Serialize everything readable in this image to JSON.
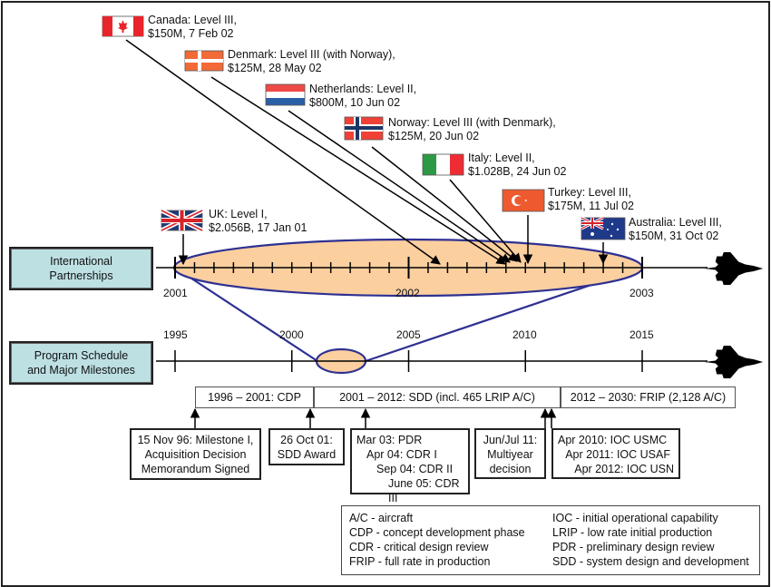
{
  "rows": {
    "partnerships_label": [
      "International",
      "Partnerships"
    ],
    "schedule_label": [
      "Program Schedule",
      "and Major Milestones"
    ]
  },
  "partnership_axis": {
    "years": [
      "2001",
      "2002",
      "2003"
    ],
    "ticks_per_year": 12
  },
  "schedule_axis": {
    "years": [
      "1995",
      "2000",
      "2005",
      "2010",
      "2015"
    ]
  },
  "partners": [
    {
      "country": "UK",
      "line1": "UK: Level I,",
      "line2": "$2.056B, 17 Jan 01",
      "flag": "uk-flag"
    },
    {
      "country": "Canada",
      "line1": "Canada: Level III,",
      "line2": "$150M, 7 Feb 02",
      "flag": "canada-flag"
    },
    {
      "country": "Denmark",
      "line1": "Denmark: Level III (with Norway),",
      "line2": "$125M, 28 May 02",
      "flag": "denmark-flag"
    },
    {
      "country": "Netherlands",
      "line1": "Netherlands: Level II,",
      "line2": "$800M, 10 Jun 02",
      "flag": "netherlands-flag"
    },
    {
      "country": "Norway",
      "line1": "Norway: Level III (with Denmark),",
      "line2": "$125M, 20 Jun 02",
      "flag": "norway-flag"
    },
    {
      "country": "Italy",
      "line1": "Italy: Level II,",
      "line2": "$1.028B, 24 Jun 02",
      "flag": "italy-flag"
    },
    {
      "country": "Turkey",
      "line1": "Turkey: Level III,",
      "line2": "$175M, 11 Jul 02",
      "flag": "turkey-flag"
    },
    {
      "country": "Australia",
      "line1": "Australia: Level III,",
      "line2": "$150M, 31 Oct 02",
      "flag": "australia-flag"
    }
  ],
  "phases": [
    {
      "label": "1996 – 2001: CDP",
      "color": "#f8f1a2"
    },
    {
      "label": "2001 – 2012: SDD (incl. 465 LRIP A/C)",
      "color": "#cfe6c6"
    },
    {
      "label": "2012 – 2030: FRIP (2,128 A/C)",
      "color": "#f9cda0"
    }
  ],
  "milestones": [
    {
      "lines": [
        "15 Nov 96: Milestone I,",
        "Acquisition Decision",
        "Memorandum Signed"
      ]
    },
    {
      "lines": [
        "26 Oct 01:",
        "SDD Award"
      ]
    },
    {
      "lines": [
        "Mar 03: PDR",
        "Apr 04: CDR I",
        "Sep 04: CDR II",
        "June 05: CDR III"
      ]
    },
    {
      "lines": [
        "Jun/Jul 11:",
        "Multiyear",
        "decision"
      ]
    },
    {
      "lines": [
        "Apr 2010: IOC USMC",
        "Apr 2011: IOC USAF",
        "Apr 2012: IOC USN"
      ]
    }
  ],
  "legend": {
    "left": [
      "A/C - aircraft",
      "CDP - concept development phase",
      "CDR - critical design review",
      "FRIP - full rate in production"
    ],
    "right": [
      "IOC - initial operational capability",
      "LRIP - low rate initial production",
      "PDR - preliminary design review",
      "SDD - system design and development"
    ]
  },
  "colors": {
    "ellipse_fill": "#fccf9f",
    "ellipse_stroke": "#2e3192",
    "sidebox_fill": "#bde0e3"
  }
}
